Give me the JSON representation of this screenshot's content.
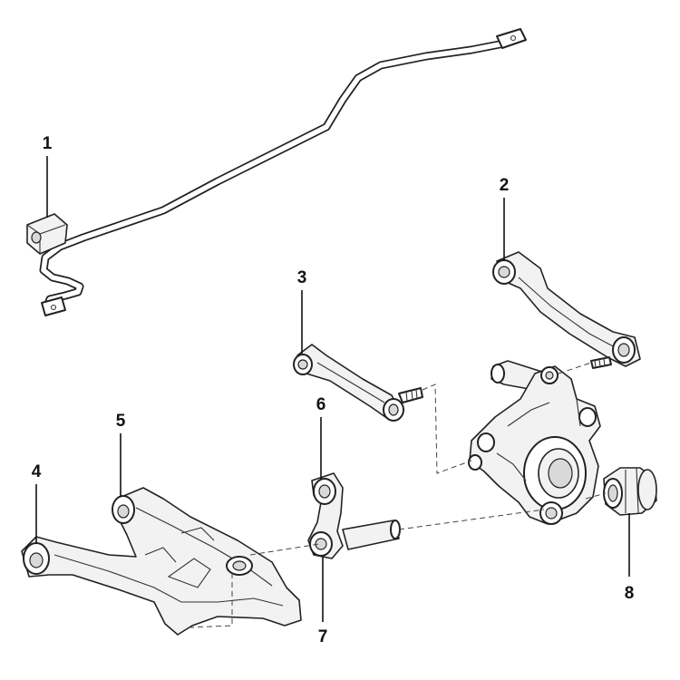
{
  "callouts": [
    {
      "id": "1",
      "label": "1"
    },
    {
      "id": "2",
      "label": "2"
    },
    {
      "id": "3",
      "label": "3"
    },
    {
      "id": "4",
      "label": "4"
    },
    {
      "id": "5",
      "label": "5"
    },
    {
      "id": "6",
      "label": "6"
    },
    {
      "id": "7",
      "label": "7"
    },
    {
      "id": "8",
      "label": "8"
    }
  ],
  "parts": [
    {
      "callout": "1",
      "name": "stabilizer-bar-bushing"
    },
    {
      "callout": "2",
      "name": "upper-control-arm"
    },
    {
      "callout": "3",
      "name": "tie-rod-link"
    },
    {
      "callout": "4",
      "name": "lower-arm-front-bushing"
    },
    {
      "callout": "5",
      "name": "lower-arm-rear-bushing"
    },
    {
      "callout": "6",
      "name": "link-upper-bushing"
    },
    {
      "callout": "7",
      "name": "link-lower-bushing"
    },
    {
      "callout": "8",
      "name": "hub-carrier-bushing"
    }
  ]
}
